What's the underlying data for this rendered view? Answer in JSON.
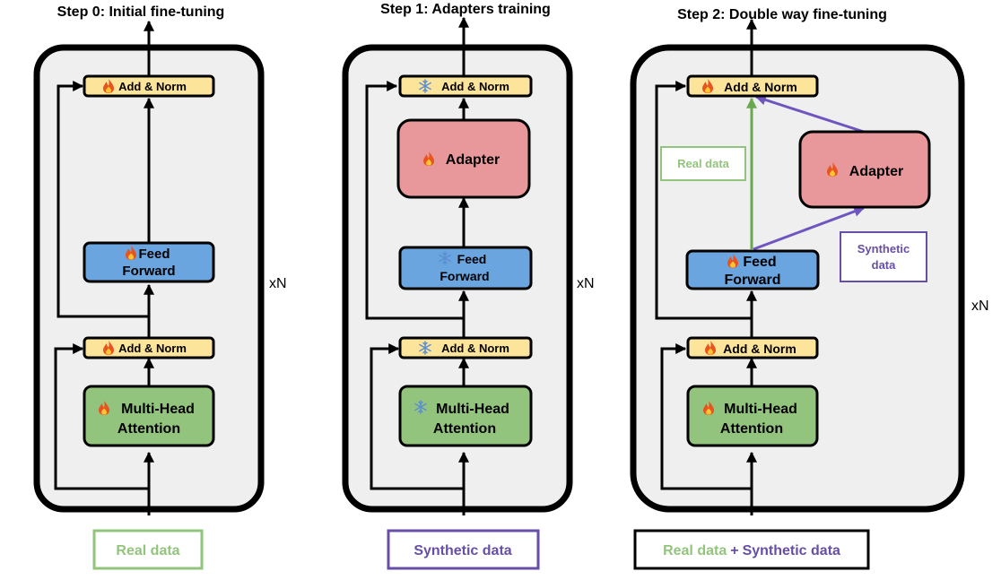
{
  "icons": {
    "fire": "fire-icon",
    "snowflake": "snowflake-icon"
  },
  "colors": {
    "norm_fill": "#fde49b",
    "ff_fill": "#6aa5e0",
    "mha_fill": "#93c47d",
    "adapter_fill": "#e8989a",
    "panel_fill": "#efefef",
    "real_green": "#93c47d",
    "synthetic_purple": "#674ea7",
    "arrow_green": "#6aa84f",
    "arrow_purple": "#6f55c0"
  },
  "steps": [
    {
      "title": "Step 0: Initial fine-tuning",
      "top_norm": {
        "icon": "fire",
        "label": "Add & Norm"
      },
      "feed_forward": {
        "icon": "fire",
        "line1": "Feed",
        "line2": "Forward"
      },
      "bottom_norm": {
        "icon": "fire",
        "label": "Add & Norm"
      },
      "mha": {
        "icon": "fire",
        "line1": "Multi-Head",
        "line2": "Attention"
      },
      "repeat": "xN",
      "input": "Real data"
    },
    {
      "title": "Step 1: Adapters training",
      "top_norm": {
        "icon": "snowflake",
        "label": "Add & Norm"
      },
      "adapter": {
        "icon": "fire",
        "label": "Adapter"
      },
      "feed_forward": {
        "icon": "snowflake",
        "line1": "Feed",
        "line2": "Forward"
      },
      "bottom_norm": {
        "icon": "snowflake",
        "label": "Add & Norm"
      },
      "mha": {
        "icon": "snowflake",
        "line1": "Multi-Head",
        "line2": "Attention"
      },
      "repeat": "xN",
      "input": "Synthetic data"
    },
    {
      "title": "Step 2: Double way fine-tuning",
      "top_norm": {
        "icon": "fire",
        "label": "Add & Norm"
      },
      "adapter": {
        "icon": "fire",
        "label": "Adapter"
      },
      "feed_forward": {
        "icon": "fire",
        "line1": "Feed",
        "line2": "Forward"
      },
      "bottom_norm": {
        "icon": "fire",
        "label": "Add & Norm"
      },
      "mha": {
        "icon": "fire",
        "line1": "Multi-Head",
        "line2": "Attention"
      },
      "real_tag": "Real data",
      "synthetic_tag_line1": "Synthetic",
      "synthetic_tag_line2": "data",
      "repeat": "xN",
      "input_real": "Real data",
      "input_plus": "+",
      "input_synthetic": "Synthetic data"
    }
  ]
}
